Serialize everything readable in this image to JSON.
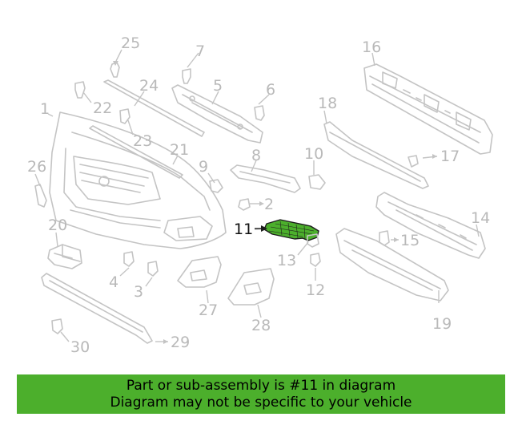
{
  "callouts": {
    "c1": "1",
    "c2": "2",
    "c3": "3",
    "c4": "4",
    "c5": "5",
    "c6": "6",
    "c7": "7",
    "c9": "9",
    "c10": "10",
    "c11": "11",
    "c12": "12",
    "c13": "13",
    "c14": "14",
    "c15": "15",
    "c16": "16",
    "c17": "17",
    "c18": "18",
    "c19": "19",
    "c20": "20",
    "c21": "21",
    "c22": "22",
    "c23": "23",
    "c24": "24",
    "c25": "25",
    "c26": "26",
    "c27": "27",
    "c28": "28",
    "c29": "29",
    "c30": "30",
    "c8": "8"
  },
  "highlighted_part": "11",
  "colors": {
    "highlight": "#4caf2c",
    "lines": "#c4c4c4",
    "labels": "#b9b9b9"
  },
  "banner": {
    "line1": "Part or sub-assembly is #11 in diagram",
    "line2": "Diagram may not be specific to your vehicle"
  }
}
